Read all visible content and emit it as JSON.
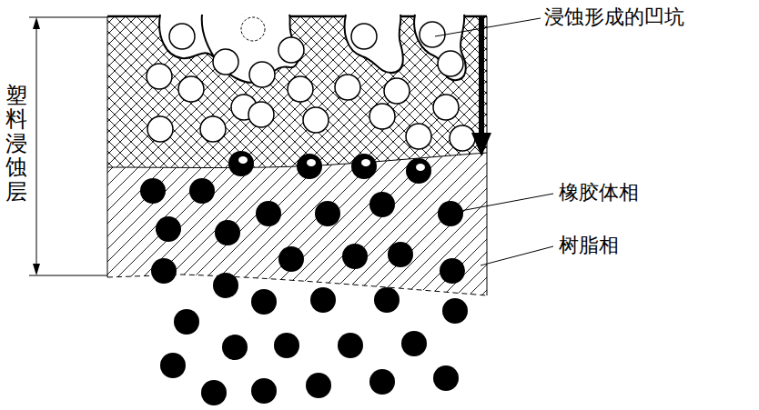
{
  "diagram": {
    "labels": [
      "浸蚀形成的凹坑",
      "橡胶体相",
      "树脂相",
      "塑料浸蚀层"
    ]
  }
}
